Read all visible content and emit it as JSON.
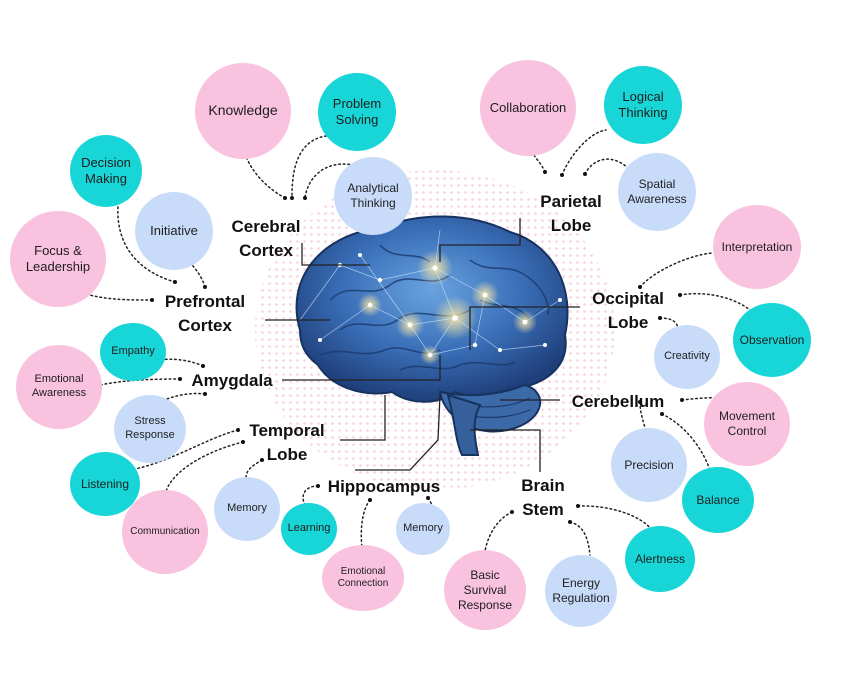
{
  "colors": {
    "pink": "#f9c2df",
    "teal": "#18d6d8",
    "blue": "#c8dcfa",
    "line": "#222222"
  },
  "regions": {
    "cerebral_cortex": "Cerebral\nCortex",
    "parietal_lobe": "Parietal\nLobe",
    "prefrontal_cortex": "Prefrontal\nCortex",
    "occipital_lobe": "Occipital\nLobe",
    "amygdala": "Amygdala",
    "cerebellum": "Cerebellum",
    "temporal_lobe": "Temporal\nLobe",
    "hippocampus": "Hippocampus",
    "brain_stem": "Brain\nStem"
  },
  "functions": {
    "knowledge": "Knowledge",
    "problem_solving": "Problem\nSolving",
    "analytical_thinking": "Analytical\nThinking",
    "collaboration": "Collaboration",
    "logical_thinking": "Logical\nThinking",
    "spatial_awareness": "Spatial\nAwareness",
    "decision_making": "Decision\nMaking",
    "initiative": "Initiative",
    "focus_leadership": "Focus &\nLeadership",
    "interpretation": "Interpretation",
    "observation": "Observation",
    "creativity": "Creativity",
    "empathy": "Empathy",
    "emotional_awareness": "Emotional\nAwareness",
    "stress_response": "Stress\nResponse",
    "movement_control": "Movement\nControl",
    "precision": "Precision",
    "balance": "Balance",
    "listening": "Listening",
    "communication": "Communication",
    "memory_temporal": "Memory",
    "learning": "Learning",
    "memory_hippocampus": "Memory",
    "emotional_connection": "Emotional\nConnection",
    "basic_survival": "Basic\nSurvival\nResponse",
    "energy_regulation": "Energy\nRegulation",
    "alertness": "Alertness"
  }
}
